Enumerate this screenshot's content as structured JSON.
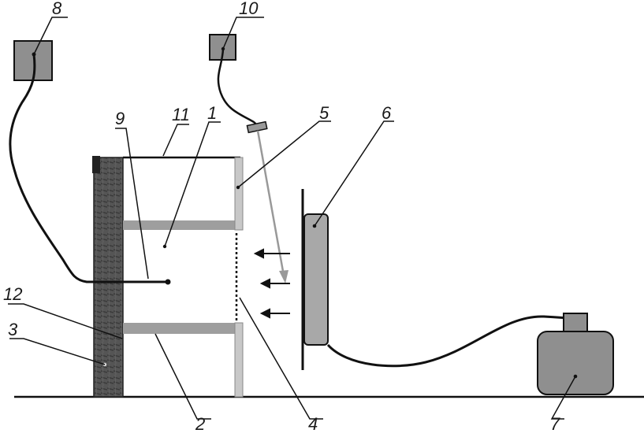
{
  "labels": {
    "l1": "1",
    "l2": "2",
    "l3": "3",
    "l4": "4",
    "l5": "5",
    "l6": "6",
    "l7": "7",
    "l8": "8",
    "l9": "9",
    "l10": "10",
    "l11": "11",
    "l12": "12"
  },
  "colors": {
    "line": "#111111",
    "wall": "#4a4a4a",
    "shelf": "#9e9e9e",
    "panel": "#a8a8a8",
    "light_gray": "#c8c8c8",
    "box": "#8f8f8f"
  }
}
